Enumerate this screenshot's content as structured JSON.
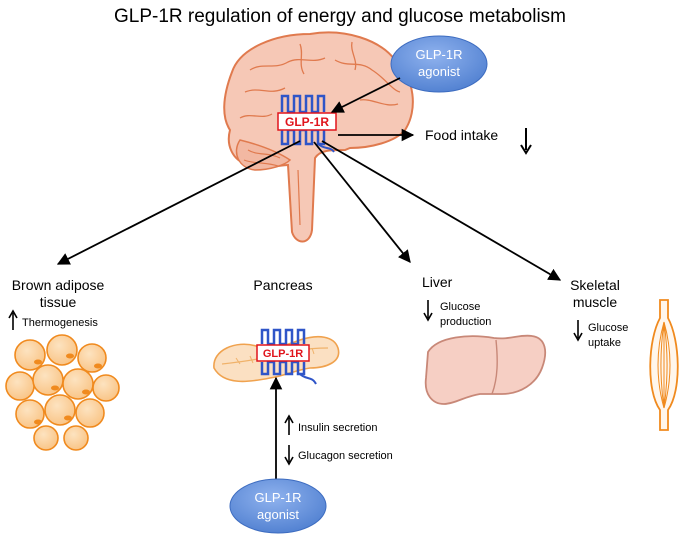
{
  "title": "GLP-1R regulation of energy and glucose metabolism",
  "receptor_label": "GLP-1R",
  "agonist_top": {
    "line1": "GLP-1R",
    "line2": "agonist"
  },
  "agonist_bottom": {
    "line1": "GLP-1R",
    "line2": "agonist"
  },
  "food_intake": {
    "label": "Food intake",
    "direction": "down"
  },
  "brown_adipose": {
    "line1": "Brown adipose",
    "line2": "tissue",
    "effect": "Thermogenesis",
    "effect_direction": "up"
  },
  "pancreas": {
    "label": "Pancreas",
    "effects": [
      {
        "text": "Insulin secretion",
        "direction": "up"
      },
      {
        "text": "Glucagon secretion",
        "direction": "down"
      }
    ]
  },
  "liver": {
    "label": "Liver",
    "effect_line1": "Glucose",
    "effect_line2": "production",
    "effect_direction": "down"
  },
  "skeletal_muscle": {
    "line1": "Skeletal",
    "line2": "muscle",
    "effect_line1": "Glucose",
    "effect_line2": "uptake",
    "effect_direction": "down"
  },
  "colors": {
    "agonist_blue": "#4f7fd0",
    "receptor_red": "#e0141c",
    "receptor_blue": "#2f55c8",
    "brain_fill": "#f6c8b6",
    "brain_stroke": "#e07a4e",
    "fat_fill": "#f9c384",
    "fat_stroke": "#f08a1e",
    "liver_fill": "#f6cfc4",
    "liver_stroke": "#c88878",
    "muscle_stroke": "#f08a1e"
  }
}
